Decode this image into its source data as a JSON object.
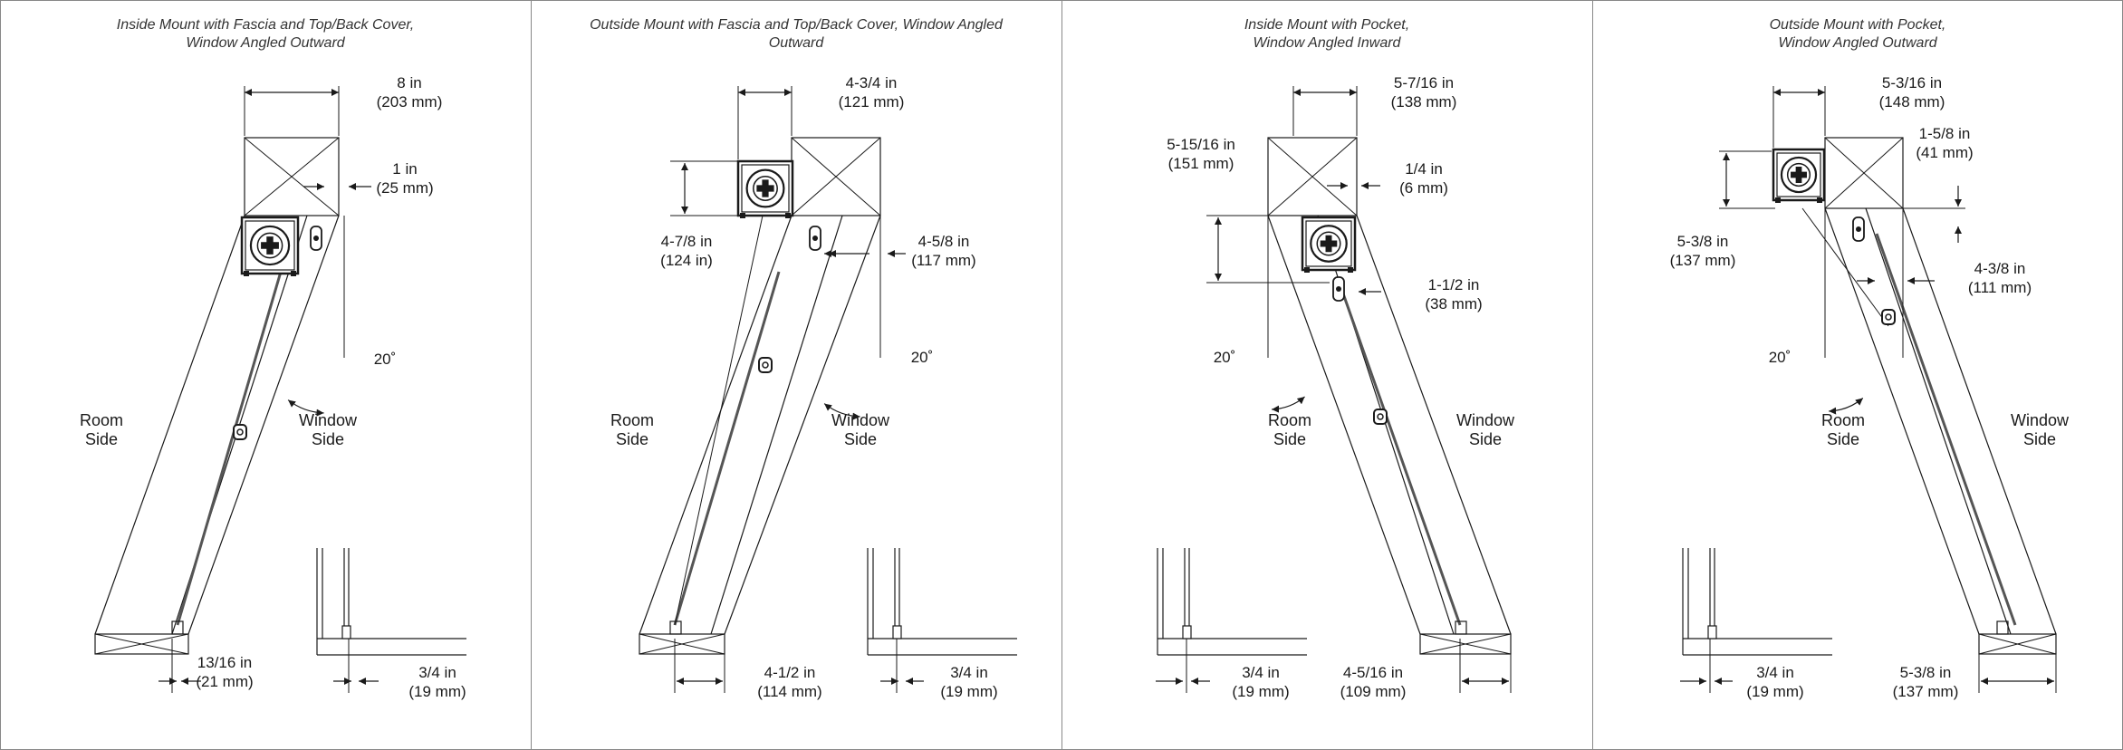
{
  "colors": {
    "line": "#1a1a1a",
    "panel_border": "#888888",
    "background": "#ffffff"
  },
  "panels": [
    {
      "title": [
        "Inside Mount with Fascia and Top/Back Cover,",
        "Window Angled Outward"
      ],
      "labels": {
        "room": [
          "Room",
          "Side"
        ],
        "window": [
          "Window",
          "Side"
        ]
      },
      "dims": [
        [
          "8 in",
          "(203 mm)"
        ],
        [
          "1 in",
          "(25 mm)"
        ],
        [
          "20˚"
        ],
        [
          "13/16 in",
          "(21 mm)"
        ],
        [
          "3/4 in",
          "(19 mm)"
        ]
      ]
    },
    {
      "title": [
        "Outside Mount with Fascia and Top/Back Cover, Window Angled",
        "Outward"
      ],
      "labels": {
        "room": [
          "Room",
          "Side"
        ],
        "window": [
          "Window",
          "Side"
        ]
      },
      "dims": [
        [
          "4-3/4 in",
          "(121 mm)"
        ],
        [
          "4-7/8 in",
          "(124 in)"
        ],
        [
          "4-5/8 in",
          "(117 mm)"
        ],
        [
          "20˚"
        ],
        [
          "4-1/2 in",
          "(114 mm)"
        ],
        [
          "3/4 in",
          "(19 mm)"
        ]
      ]
    },
    {
      "title": [
        "Inside Mount with Pocket,",
        "Window Angled Inward"
      ],
      "labels": {
        "room": [
          "Room",
          "Side"
        ],
        "window": [
          "Window",
          "Side"
        ]
      },
      "dims": [
        [
          "5-7/16 in",
          "(138 mm)"
        ],
        [
          "5-15/16 in",
          "(151 mm)"
        ],
        [
          "1/4 in",
          "(6 mm)"
        ],
        [
          "1-1/2 in",
          "(38 mm)"
        ],
        [
          "20˚"
        ],
        [
          "3/4 in",
          "(19 mm)"
        ],
        [
          "4-5/16 in",
          "(109 mm)"
        ]
      ]
    },
    {
      "title": [
        "Outside Mount with Pocket,",
        "Window Angled Outward"
      ],
      "labels": {
        "room": [
          "Room",
          "Side"
        ],
        "window": [
          "Window",
          "Side"
        ]
      },
      "dims": [
        [
          "5-3/16 in",
          "(148 mm)"
        ],
        [
          "1-5/8 in",
          "(41 mm)"
        ],
        [
          "5-3/8 in",
          "(137 mm)"
        ],
        [
          "4-3/8 in",
          "(111 mm)"
        ],
        [
          "20˚"
        ],
        [
          "3/4 in",
          "(19 mm)"
        ],
        [
          "5-3/8 in",
          "(137 mm)"
        ]
      ]
    }
  ]
}
